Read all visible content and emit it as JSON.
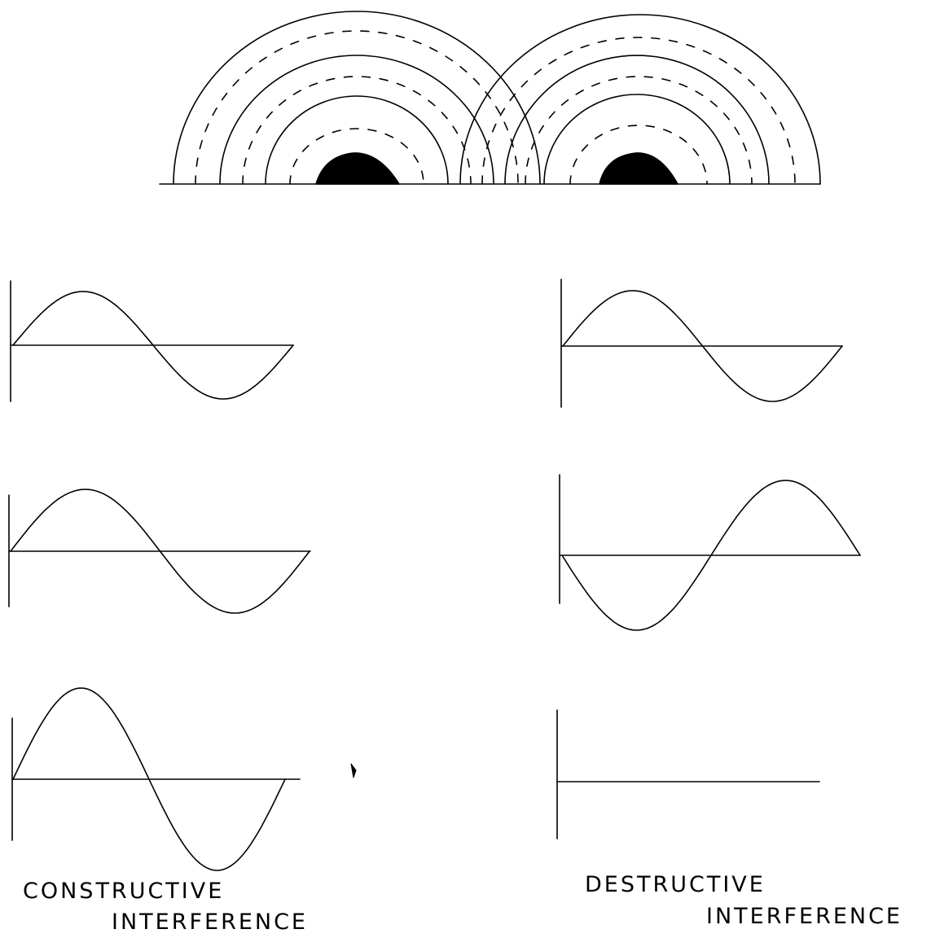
{
  "colors": {
    "ink": "#000000",
    "background": "#ffffff"
  },
  "panels": {
    "constructive": {
      "caption_line1": "CONSTRUCTIVE",
      "caption_line2": "INTERFERENCE",
      "wave_a_phase_deg": 0,
      "wave_b_phase_deg": 0,
      "resultant_amplitude_ratio": 2
    },
    "destructive": {
      "caption_line1": "DESTRUCTIVE",
      "caption_line2": "INTERFERENCE",
      "wave_a_phase_deg": 0,
      "wave_b_phase_deg": 180,
      "resultant_amplitude_ratio": 0
    }
  }
}
